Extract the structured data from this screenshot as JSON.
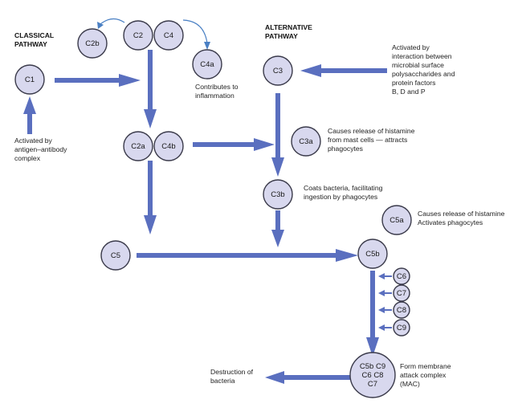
{
  "headings": {
    "classical": [
      "CLASSICAL",
      "PATHWAY"
    ],
    "alternative": [
      "ALTERNATIVE",
      "PATHWAY"
    ]
  },
  "components": {
    "c1": [
      "C1"
    ],
    "c2": [
      "C2"
    ],
    "c4": [
      "C4"
    ],
    "c2b": [
      "C2b"
    ],
    "c4a": [
      "C4a"
    ],
    "c2a": [
      "C2a"
    ],
    "c4b": [
      "C4b"
    ],
    "c3": [
      "C3"
    ],
    "c3a": [
      "C3a"
    ],
    "c3b": [
      "C3b"
    ],
    "c5": [
      "C5"
    ],
    "c5a": [
      "C5a"
    ],
    "c5b": [
      "C5b"
    ],
    "c6": [
      "C6"
    ],
    "c7": [
      "C7"
    ],
    "c8": [
      "C8"
    ],
    "c9": [
      "C9"
    ],
    "mac": [
      "C5b C9",
      "C6 C8",
      "C7"
    ]
  },
  "notes": {
    "classical_activation": [
      "Activated by",
      "antigen–antibody",
      "complex"
    ],
    "c4a_effect": [
      "Contributes to",
      "inflammation"
    ],
    "alternative_activation": [
      "Activated by",
      "interaction between",
      "microbial surface",
      "polysaccharides and",
      "protein factors",
      "B, D and P"
    ],
    "c3a_effect": [
      "Causes release of histamine",
      "from mast cells — attracts",
      "phagocytes"
    ],
    "c3b_effect": [
      "Coats bacteria, facilitating",
      "ingestion by phagocytes"
    ],
    "c5a_effect": [
      "Causes release of histamine",
      "Activates phagocytes"
    ],
    "mac_effect": [
      "Form membrane",
      "attack complex",
      "(MAC)"
    ],
    "destruction": [
      "Destruction of",
      "bacteria"
    ]
  }
}
